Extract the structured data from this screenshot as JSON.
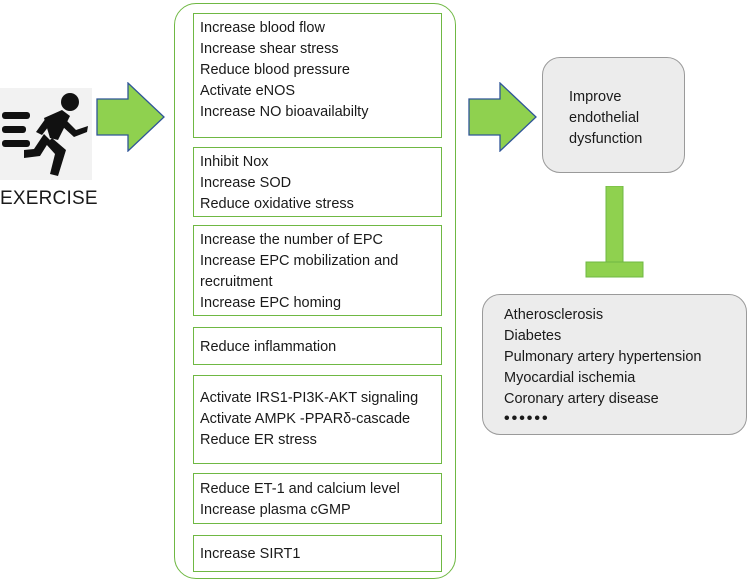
{
  "colors": {
    "arrow_fill": "#8fd14f",
    "arrow_stroke": "#2f5597",
    "box_border": "#6fb843",
    "outcome_fill": "#ececec",
    "outcome_border": "#9a9a9a"
  },
  "runner": {
    "icon": "running-person-icon",
    "label": "EXERCISE"
  },
  "mechanisms": [
    {
      "lines": [
        "Increase blood flow",
        "Increase shear stress",
        "Reduce blood pressure",
        "Activate eNOS",
        "Increase NO bioavailabilty"
      ]
    },
    {
      "lines": [
        "Inhibit Nox",
        "Increase SOD",
        "Reduce oxidative stress"
      ]
    },
    {
      "lines": [
        "Increase the number of EPC",
        "Increase EPC mobilization and",
        "recruitment",
        "Increase EPC homing"
      ]
    },
    {
      "lines": [
        "Reduce inflammation"
      ]
    },
    {
      "lines": [
        "Activate IRS1-PI3K-AKT signaling",
        "Activate AMPK -PPARδ-cascade",
        "Reduce ER stress"
      ]
    },
    {
      "lines": [
        "Reduce ET-1 and calcium level",
        "Increase plasma cGMP"
      ]
    },
    {
      "lines": [
        "Increase SIRT1"
      ]
    }
  ],
  "outcome": {
    "lines": [
      "Improve",
      "endothelial",
      "dysfunction"
    ]
  },
  "diseases": {
    "lines": [
      "Atherosclerosis",
      "Diabetes",
      "Pulmonary artery hypertension",
      "Myocardial ischemia",
      "Coronary artery disease"
    ],
    "more": "••••••"
  }
}
